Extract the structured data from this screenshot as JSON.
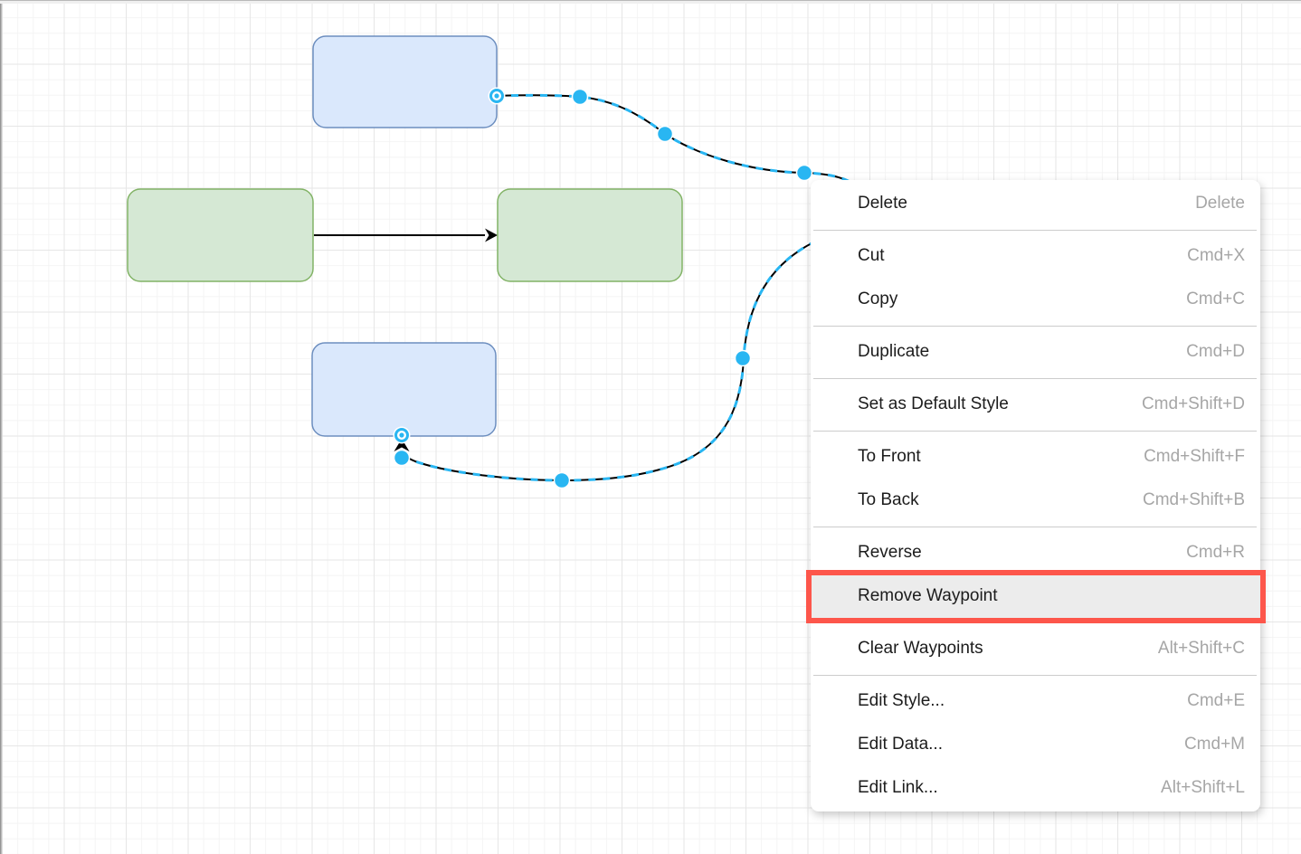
{
  "palette": {
    "blue_fill": "#dae8fc",
    "blue_stroke": "#6c8ebf",
    "green_fill": "#d5e8d4",
    "green_stroke": "#82b366",
    "edge": "#000000",
    "handle": "#29b6f2",
    "highlight_red": "#fd564b",
    "menu_hover_bg": "#ececec",
    "menu_separator": "#cccccc",
    "menu_label": "#1c1c1c",
    "menu_shortcut": "#a6a6a6",
    "grid_major": "#e6e6e6",
    "grid_minor": "#f4f4f4"
  },
  "canvas": {
    "shapes": [
      {
        "name": "blue-rounded-rectangle-top",
        "text": ""
      },
      {
        "name": "green-rounded-rectangle-left",
        "text": ""
      },
      {
        "name": "green-rounded-rectangle-right",
        "text": ""
      },
      {
        "name": "blue-rounded-rectangle-bottom",
        "text": ""
      }
    ],
    "edges": [
      {
        "name": "plain-arrow-between-green-shapes"
      },
      {
        "name": "selected-curved-edge-with-waypoints",
        "waypoint_count_visible": 6
      }
    ]
  },
  "context_menu": {
    "items": [
      {
        "label": "Delete",
        "shortcut": "Delete",
        "highlighted": false
      },
      {
        "label": "Cut",
        "shortcut": "Cmd+X",
        "highlighted": false
      },
      {
        "label": "Copy",
        "shortcut": "Cmd+C",
        "highlighted": false
      },
      {
        "label": "Duplicate",
        "shortcut": "Cmd+D",
        "highlighted": false
      },
      {
        "label": "Set as Default Style",
        "shortcut": "Cmd+Shift+D",
        "highlighted": false
      },
      {
        "label": "To Front",
        "shortcut": "Cmd+Shift+F",
        "highlighted": false
      },
      {
        "label": "To Back",
        "shortcut": "Cmd+Shift+B",
        "highlighted": false
      },
      {
        "label": "Reverse",
        "shortcut": "Cmd+R",
        "highlighted": false
      },
      {
        "label": "Remove Waypoint",
        "shortcut": "",
        "highlighted": true
      },
      {
        "label": "Clear Waypoints",
        "shortcut": "Alt+Shift+C",
        "highlighted": false
      },
      {
        "label": "Edit Style...",
        "shortcut": "Cmd+E",
        "highlighted": false
      },
      {
        "label": "Edit Data...",
        "shortcut": "Cmd+M",
        "highlighted": false
      },
      {
        "label": "Edit Link...",
        "shortcut": "Alt+Shift+L",
        "highlighted": false
      }
    ]
  }
}
